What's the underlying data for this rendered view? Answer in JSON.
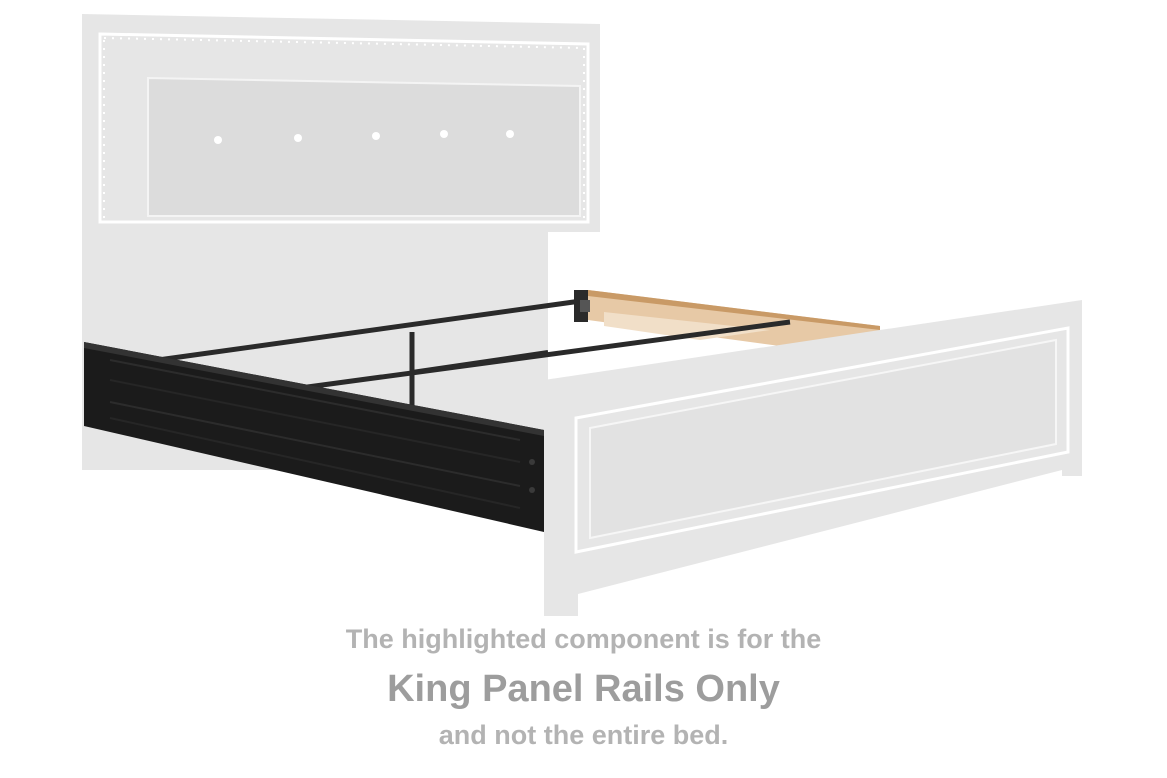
{
  "caption": {
    "line1": "The highlighted component is for the",
    "line2": "King Panel Rails Only",
    "line3": "and not the entire bed."
  },
  "colors": {
    "ghost_fill": "#e6e6e6",
    "ghost_stroke": "#ffffff",
    "rail_dark": "#1b1b1b",
    "metal_bar": "#2a2a2a",
    "slat_wood": "#e7c9a6",
    "caption_text": "#b3b3b3"
  }
}
